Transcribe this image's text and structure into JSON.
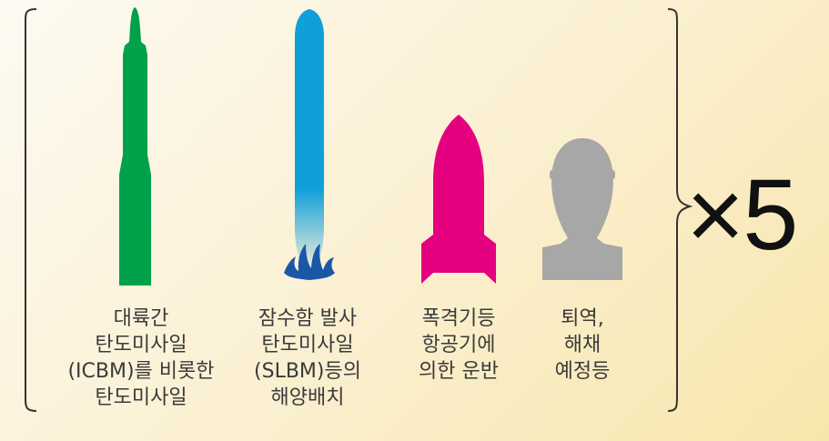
{
  "items": [
    {
      "name": "icbm",
      "color": "#00a14b",
      "lines": [
        "대륙간",
        "탄도미사일",
        "(ICBM)를 비롯한",
        "탄도미사일"
      ]
    },
    {
      "name": "slbm",
      "color": "#0f9fd9",
      "lines": [
        "잠수함 발사",
        "탄도미사일",
        "(SLBM)등의",
        "해양배치"
      ]
    },
    {
      "name": "bomber",
      "color": "#e4007f",
      "lines": [
        "폭격기등",
        "항공기에",
        "의한 운반"
      ]
    },
    {
      "name": "bomb",
      "color": "#a7a7a7",
      "lines": [
        "퇴역,",
        "해채",
        "예정등"
      ]
    }
  ],
  "multiplier": "×5",
  "colors": {
    "text": "#3a3a3a",
    "bracket": "#333333",
    "splash": "#1a57a8"
  }
}
